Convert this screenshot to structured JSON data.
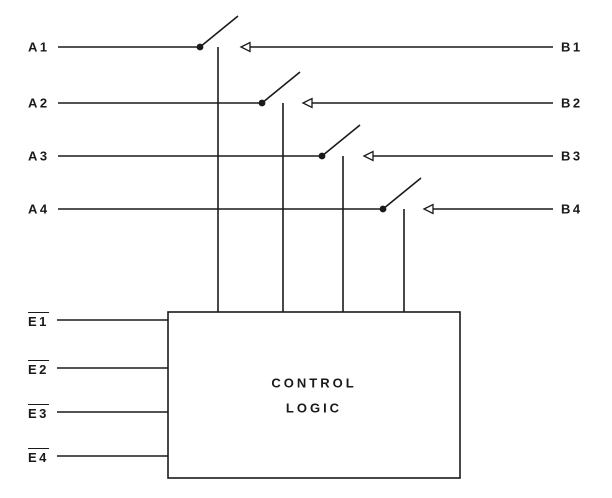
{
  "diagram": {
    "channels": [
      {
        "input": "A1",
        "output": "B1"
      },
      {
        "input": "A2",
        "output": "B2"
      },
      {
        "input": "A3",
        "output": "B3"
      },
      {
        "input": "A4",
        "output": "B4"
      }
    ],
    "enables": [
      {
        "label": "E1",
        "overline": true
      },
      {
        "label": "E2",
        "overline": true
      },
      {
        "label": "E3",
        "overline": true
      },
      {
        "label": "E4",
        "overline": true
      }
    ],
    "control_logic": {
      "line1": "CONTROL",
      "line2": "LOGIC"
    },
    "line_color": "#1a1a1a"
  }
}
